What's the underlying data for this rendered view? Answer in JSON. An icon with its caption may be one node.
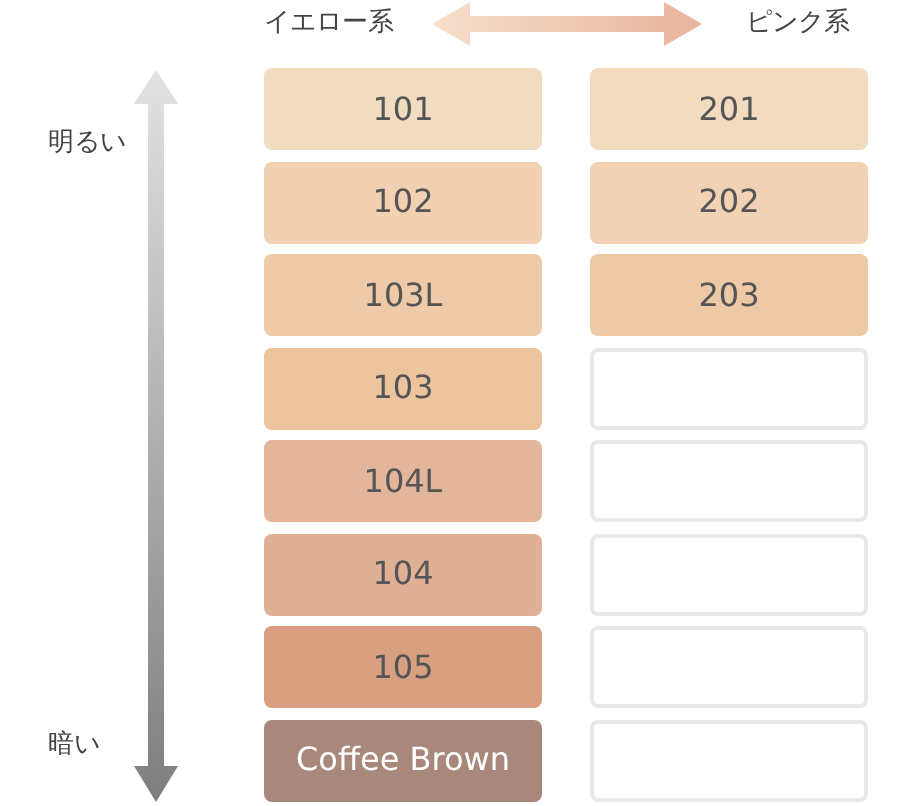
{
  "diagram": {
    "nodes": [
      {
        "text": [
          "イエロー系"
        ]
      },
      {
        "text": [
          "ピンク系"
        ]
      },
      {
        "text": [
          "101"
        ]
      },
      {
        "text": [
          "201"
        ]
      },
      {
        "text": [
          "102"
        ]
      },
      {
        "text": [
          "202"
        ]
      },
      {
        "text": [
          "103L"
        ]
      },
      {
        "text": [
          "203"
        ]
      },
      {
        "text": [
          "103"
        ]
      },
      {
        "text": [],
        "shape": "box"
      },
      {
        "text": [
          "104L"
        ]
      },
      {
        "text": [],
        "shape": "box"
      },
      {
        "text": [
          "104"
        ]
      },
      {
        "text": [],
        "shape": "box"
      },
      {
        "text": [
          "105"
        ]
      },
      {
        "text": [],
        "shape": "box"
      },
      {
        "text": [
          "Coffee Brown"
        ]
      },
      {
        "text": [],
        "shape": "box"
      }
    ],
    "edges": [
      {
        "from": 0,
        "to": 1,
        "arrow": "both"
      }
    ],
    "labels": [
      "明るい",
      "暗い"
    ]
  }
}
